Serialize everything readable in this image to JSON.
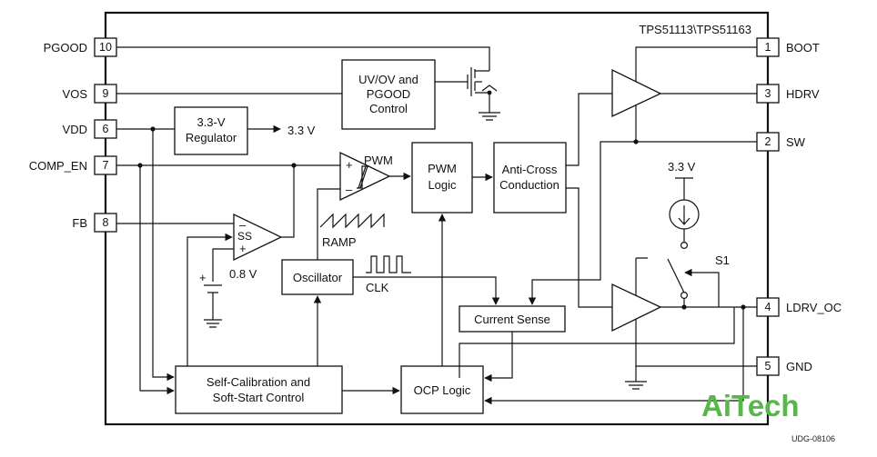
{
  "chip_title": "TPS51113\\TPS51163",
  "pins": {
    "pgood": {
      "label": "PGOOD",
      "num": "10"
    },
    "vos": {
      "label": "VOS",
      "num": "9"
    },
    "vdd": {
      "label": "VDD",
      "num": "6"
    },
    "comp_en": {
      "label": "COMP_EN",
      "num": "7"
    },
    "fb": {
      "label": "FB",
      "num": "8"
    },
    "boot": {
      "label": "BOOT",
      "num": "1"
    },
    "hdrv": {
      "label": "HDRV",
      "num": "3"
    },
    "sw": {
      "label": "SW",
      "num": "2"
    },
    "ldrv_oc": {
      "label": "LDRV_OC",
      "num": "4"
    },
    "gnd": {
      "label": "GND",
      "num": "5"
    }
  },
  "blocks": {
    "uvov": [
      "UV/OV and",
      "PGOOD",
      "Control"
    ],
    "regulator": [
      "3.3-V",
      "Regulator"
    ],
    "pwm_logic": [
      "PWM",
      "Logic"
    ],
    "anticross": [
      "Anti-Cross",
      "Conduction"
    ],
    "oscillator": "Oscillator",
    "current_sense": "Current Sense",
    "selfcal": [
      "Self-Calibration and",
      "Soft-Start Control"
    ],
    "ocp": "OCP Logic"
  },
  "labels": {
    "reg_out": "3.3 V",
    "pwm": "PWM",
    "ramp": "RAMP",
    "clk": "CLK",
    "ss": "SS",
    "ref": "0.8 V",
    "src": "3.3 V",
    "s1": "S1",
    "plus": "+",
    "minus": "–"
  },
  "watermark": "AiTech",
  "doc_id": "UDG-08106"
}
